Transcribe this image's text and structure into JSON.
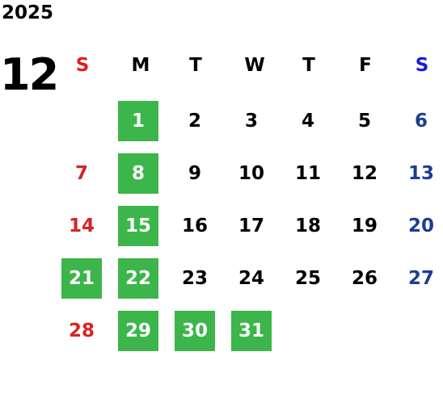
{
  "calendar": {
    "year": "2025",
    "month": "12",
    "weekdays": [
      "S",
      "M",
      "T",
      "W",
      "T",
      "F",
      "S"
    ],
    "colors": {
      "sunday_header": "#e51c1c",
      "saturday_header": "#1a1adb",
      "sunday_day": "#d82323",
      "saturday_day": "#1d3d91",
      "weekday_day": "#000000",
      "highlight_bg": "#3cb54a",
      "highlight_text": "#ffffff"
    },
    "weeks": [
      [
        null,
        {
          "d": "1",
          "hl": true
        },
        {
          "d": "2"
        },
        {
          "d": "3"
        },
        {
          "d": "4"
        },
        {
          "d": "5"
        },
        {
          "d": "6"
        }
      ],
      [
        {
          "d": "7"
        },
        {
          "d": "8",
          "hl": true
        },
        {
          "d": "9"
        },
        {
          "d": "10"
        },
        {
          "d": "11"
        },
        {
          "d": "12"
        },
        {
          "d": "13"
        }
      ],
      [
        {
          "d": "14"
        },
        {
          "d": "15",
          "hl": true
        },
        {
          "d": "16"
        },
        {
          "d": "17"
        },
        {
          "d": "18"
        },
        {
          "d": "19"
        },
        {
          "d": "20"
        }
      ],
      [
        {
          "d": "21",
          "hl": true
        },
        {
          "d": "22",
          "hl": true
        },
        {
          "d": "23"
        },
        {
          "d": "24"
        },
        {
          "d": "25"
        },
        {
          "d": "26"
        },
        {
          "d": "27"
        }
      ],
      [
        {
          "d": "28"
        },
        {
          "d": "29",
          "hl": true
        },
        {
          "d": "30",
          "hl": true
        },
        {
          "d": "31",
          "hl": true
        },
        null,
        null,
        null
      ]
    ]
  }
}
